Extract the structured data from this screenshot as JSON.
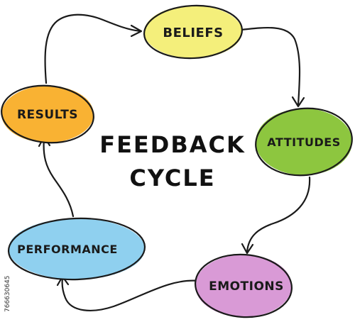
{
  "title_line1": "FEEDBACK",
  "title_line2": "CYCLE",
  "nodes": [
    {
      "label": "BELIEFS",
      "color": "#f4ef7b"
    },
    {
      "label": "ATTITUDES",
      "color": "#8dc63f"
    },
    {
      "label": "EMOTIONS",
      "color": "#d99ad6"
    },
    {
      "label": "PERFORMANCE",
      "color": "#8fd0ef"
    },
    {
      "label": "RESULTS",
      "color": "#f9b233"
    }
  ],
  "watermark": "766630645"
}
